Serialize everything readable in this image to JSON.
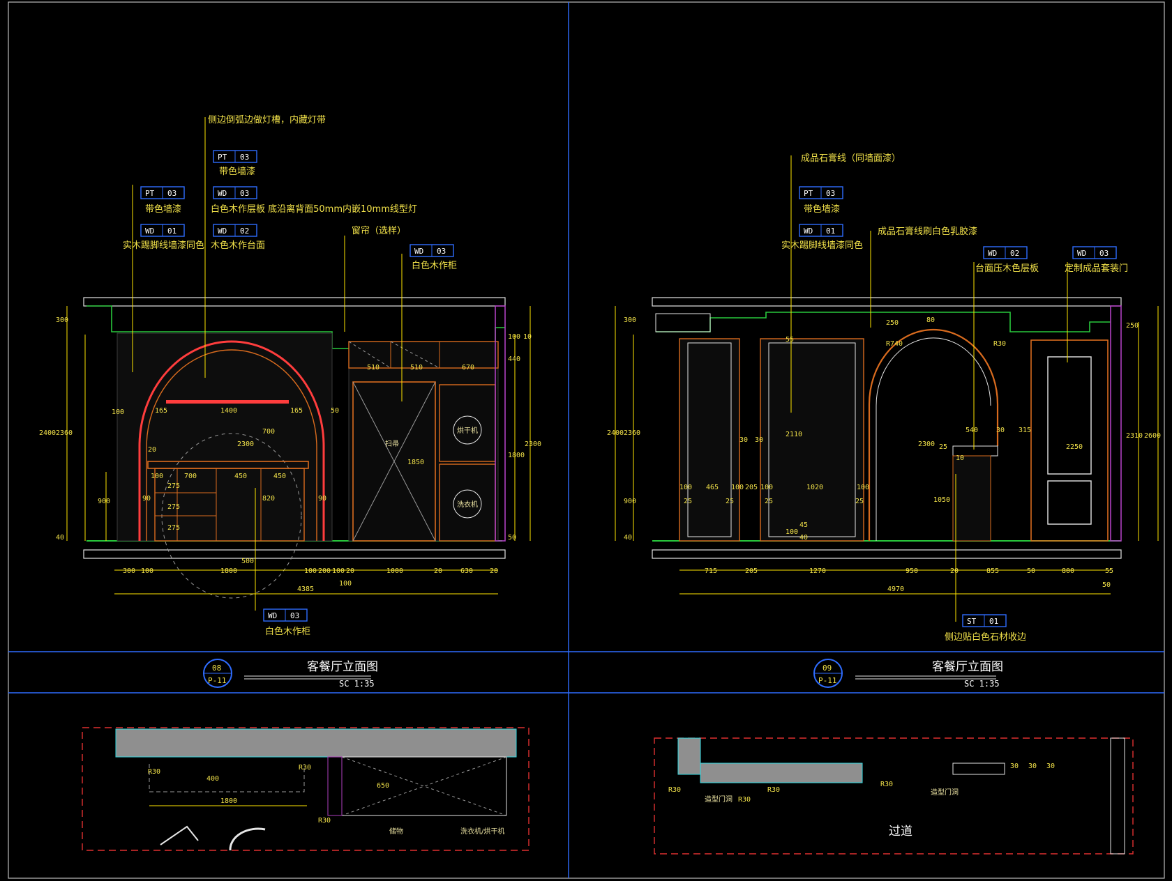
{
  "drawing": {
    "left_elevation": {
      "title": "客餐厅立面图",
      "scale": "SC  1:35",
      "view_num": "08",
      "sheet": "P-11",
      "callouts": [
        {
          "code": "PT",
          "num": "03",
          "desc": "带色墙漆"
        },
        {
          "code": "WD",
          "num": "01",
          "desc": "实木踢脚线墙漆同色"
        },
        {
          "code": "PT",
          "num": "03",
          "desc": "带色墙漆"
        },
        {
          "code": "WD",
          "num": "03",
          "desc": "白色木作层板 底沿离背面50mm内嵌10mm线型灯"
        },
        {
          "code": "WD",
          "num": "02",
          "desc": "木色木作台面"
        },
        {
          "code": "WD",
          "num": "03",
          "desc": "白色木作柜"
        },
        {
          "code": "WD",
          "num": "03",
          "desc": "白色木作柜"
        }
      ],
      "note_top": "侧边倒弧边做灯槽，内藏灯带",
      "note_curtain": "窗帘（选样）",
      "appliance_dryer": "烘干机",
      "appliance_washer": "洗衣机",
      "broom_label": "扫帚",
      "dims_bottom": [
        "300",
        "100",
        "1800",
        "100",
        "200",
        "100",
        "20",
        "1000",
        "20",
        "630",
        "20"
      ],
      "dim_total": "4385",
      "dim_total_sub": "100",
      "dims_left": [
        "300",
        "2400",
        "2360",
        "900",
        "40"
      ],
      "dims_right": [
        "100",
        "10",
        "440",
        "2300",
        "1800",
        "50"
      ],
      "dims_inner": [
        "165",
        "1400",
        "165",
        "100",
        "700",
        "450",
        "450",
        "275",
        "275",
        "275",
        "20",
        "2300",
        "700",
        "820",
        "50",
        "510",
        "510",
        "670",
        "1850",
        "500",
        "100",
        "90",
        "90"
      ]
    },
    "right_elevation": {
      "title": "客餐厅立面图",
      "scale": "SC  1:35",
      "view_num": "09",
      "sheet": "P-11",
      "callouts": [
        {
          "code": "PT",
          "num": "03",
          "desc": "带色墙漆"
        },
        {
          "code": "WD",
          "num": "01",
          "desc": "实木踢脚线墙漆同色"
        },
        {
          "code": "WD",
          "num": "02",
          "desc": "台面压木色层板"
        },
        {
          "code": "WD",
          "num": "03",
          "desc": "定制成品套装门"
        },
        {
          "code": "ST",
          "num": "01",
          "desc": "侧边贴白色石材收边"
        }
      ],
      "note_top": "成品石膏线（同墙面漆）",
      "note_plaster": "成品石膏线刷白色乳胶漆",
      "dims_bottom": [
        "715",
        "205",
        "1270",
        "950",
        "20",
        "855",
        "50",
        "800",
        "55"
      ],
      "dim_total": "4970",
      "dim_total_sub": "50",
      "dims_left": [
        "300",
        "2400",
        "2360",
        "900",
        "40"
      ],
      "dims_right": [
        "250",
        "2310",
        "2600"
      ],
      "dims_inner": [
        "2110",
        "55",
        "30",
        "30",
        "100",
        "465",
        "100",
        "205",
        "100",
        "1020",
        "100",
        "25",
        "25",
        "25",
        "25",
        "2300",
        "540",
        "30",
        "315",
        "1050",
        "25",
        "10",
        "2250",
        "R740",
        "R30",
        "100",
        "45",
        "40",
        "250",
        "80"
      ]
    },
    "plans": {
      "left_labels": [
        "R30",
        "R30",
        "R30",
        "400",
        "1800",
        "650",
        "储物",
        "洗衣机/烘干机"
      ],
      "right_labels": [
        "R30",
        "R30",
        "R30",
        "R30",
        "造型门洞",
        "造型门洞",
        "过道",
        "30",
        "30",
        "30"
      ]
    }
  }
}
